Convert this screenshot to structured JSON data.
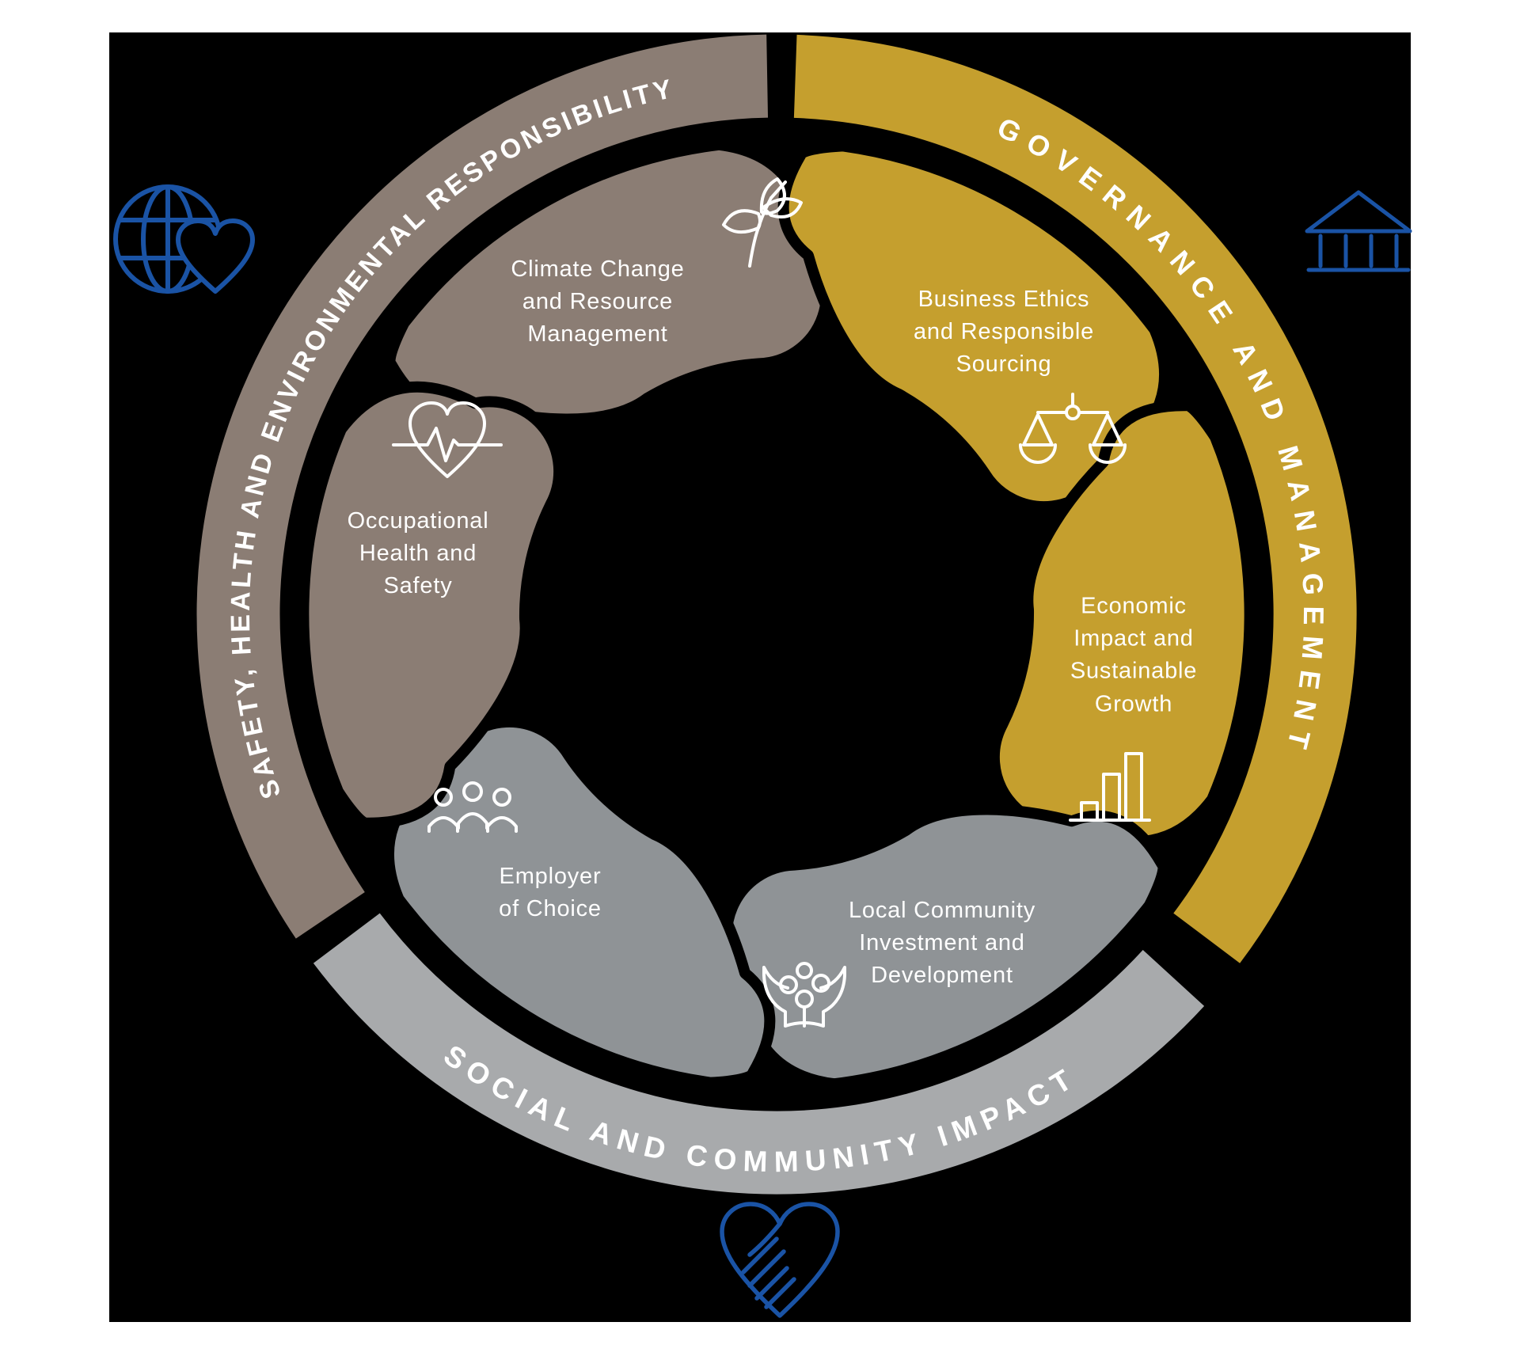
{
  "page": {
    "background": "#ffffff",
    "canvas_background": "#000000"
  },
  "palette": {
    "taupe": "#8B7D74",
    "gold": "#C59F2E",
    "gray_light": "#A8AAAC",
    "gray_mid": "#8F9396",
    "blue": "#1A53A5",
    "white": "#FFFFFF",
    "black": "#000000"
  },
  "outer_arcs": [
    {
      "id": "safety",
      "label": "SAFETY, HEALTH AND ENVIRONMENTAL RESPONSIBILITY",
      "color": "#8B7D74"
    },
    {
      "id": "governance",
      "label": "GOVERNANCE AND MANAGEMENT",
      "color": "#C59F2E"
    },
    {
      "id": "social",
      "label": "SOCIAL AND COMMUNITY IMPACT",
      "color": "#A8AAAC"
    }
  ],
  "petals": [
    {
      "id": "climate",
      "label": "Climate Change\nand Resource\nManagement",
      "icon": "plant-icon",
      "color": "#8B7D74"
    },
    {
      "id": "business-ethics",
      "label": "Business Ethics\nand Responsible\nSourcing",
      "icon": "scales-icon",
      "color": "#C59F2E"
    },
    {
      "id": "economic",
      "label": "Economic\nImpact and\nSustainable\nGrowth",
      "icon": "bar-chart-icon",
      "color": "#C59F2E"
    },
    {
      "id": "local-community",
      "label": "Local Community\nInvestment and\nDevelopment",
      "icon": "hands-seeds-icon",
      "color": "#8F9396"
    },
    {
      "id": "employer",
      "label": "Employer\nof Choice",
      "icon": "people-icon",
      "color": "#8F9396"
    },
    {
      "id": "occupational",
      "label": "Occupational\nHealth and\nSafety",
      "icon": "heartbeat-heart-icon",
      "color": "#8B7D74"
    }
  ],
  "outside_icons": [
    {
      "id": "globe-heart",
      "name": "globe-heart-icon"
    },
    {
      "id": "bank",
      "name": "bank-icon"
    },
    {
      "id": "heart-hands",
      "name": "heart-hands-icon"
    }
  ]
}
